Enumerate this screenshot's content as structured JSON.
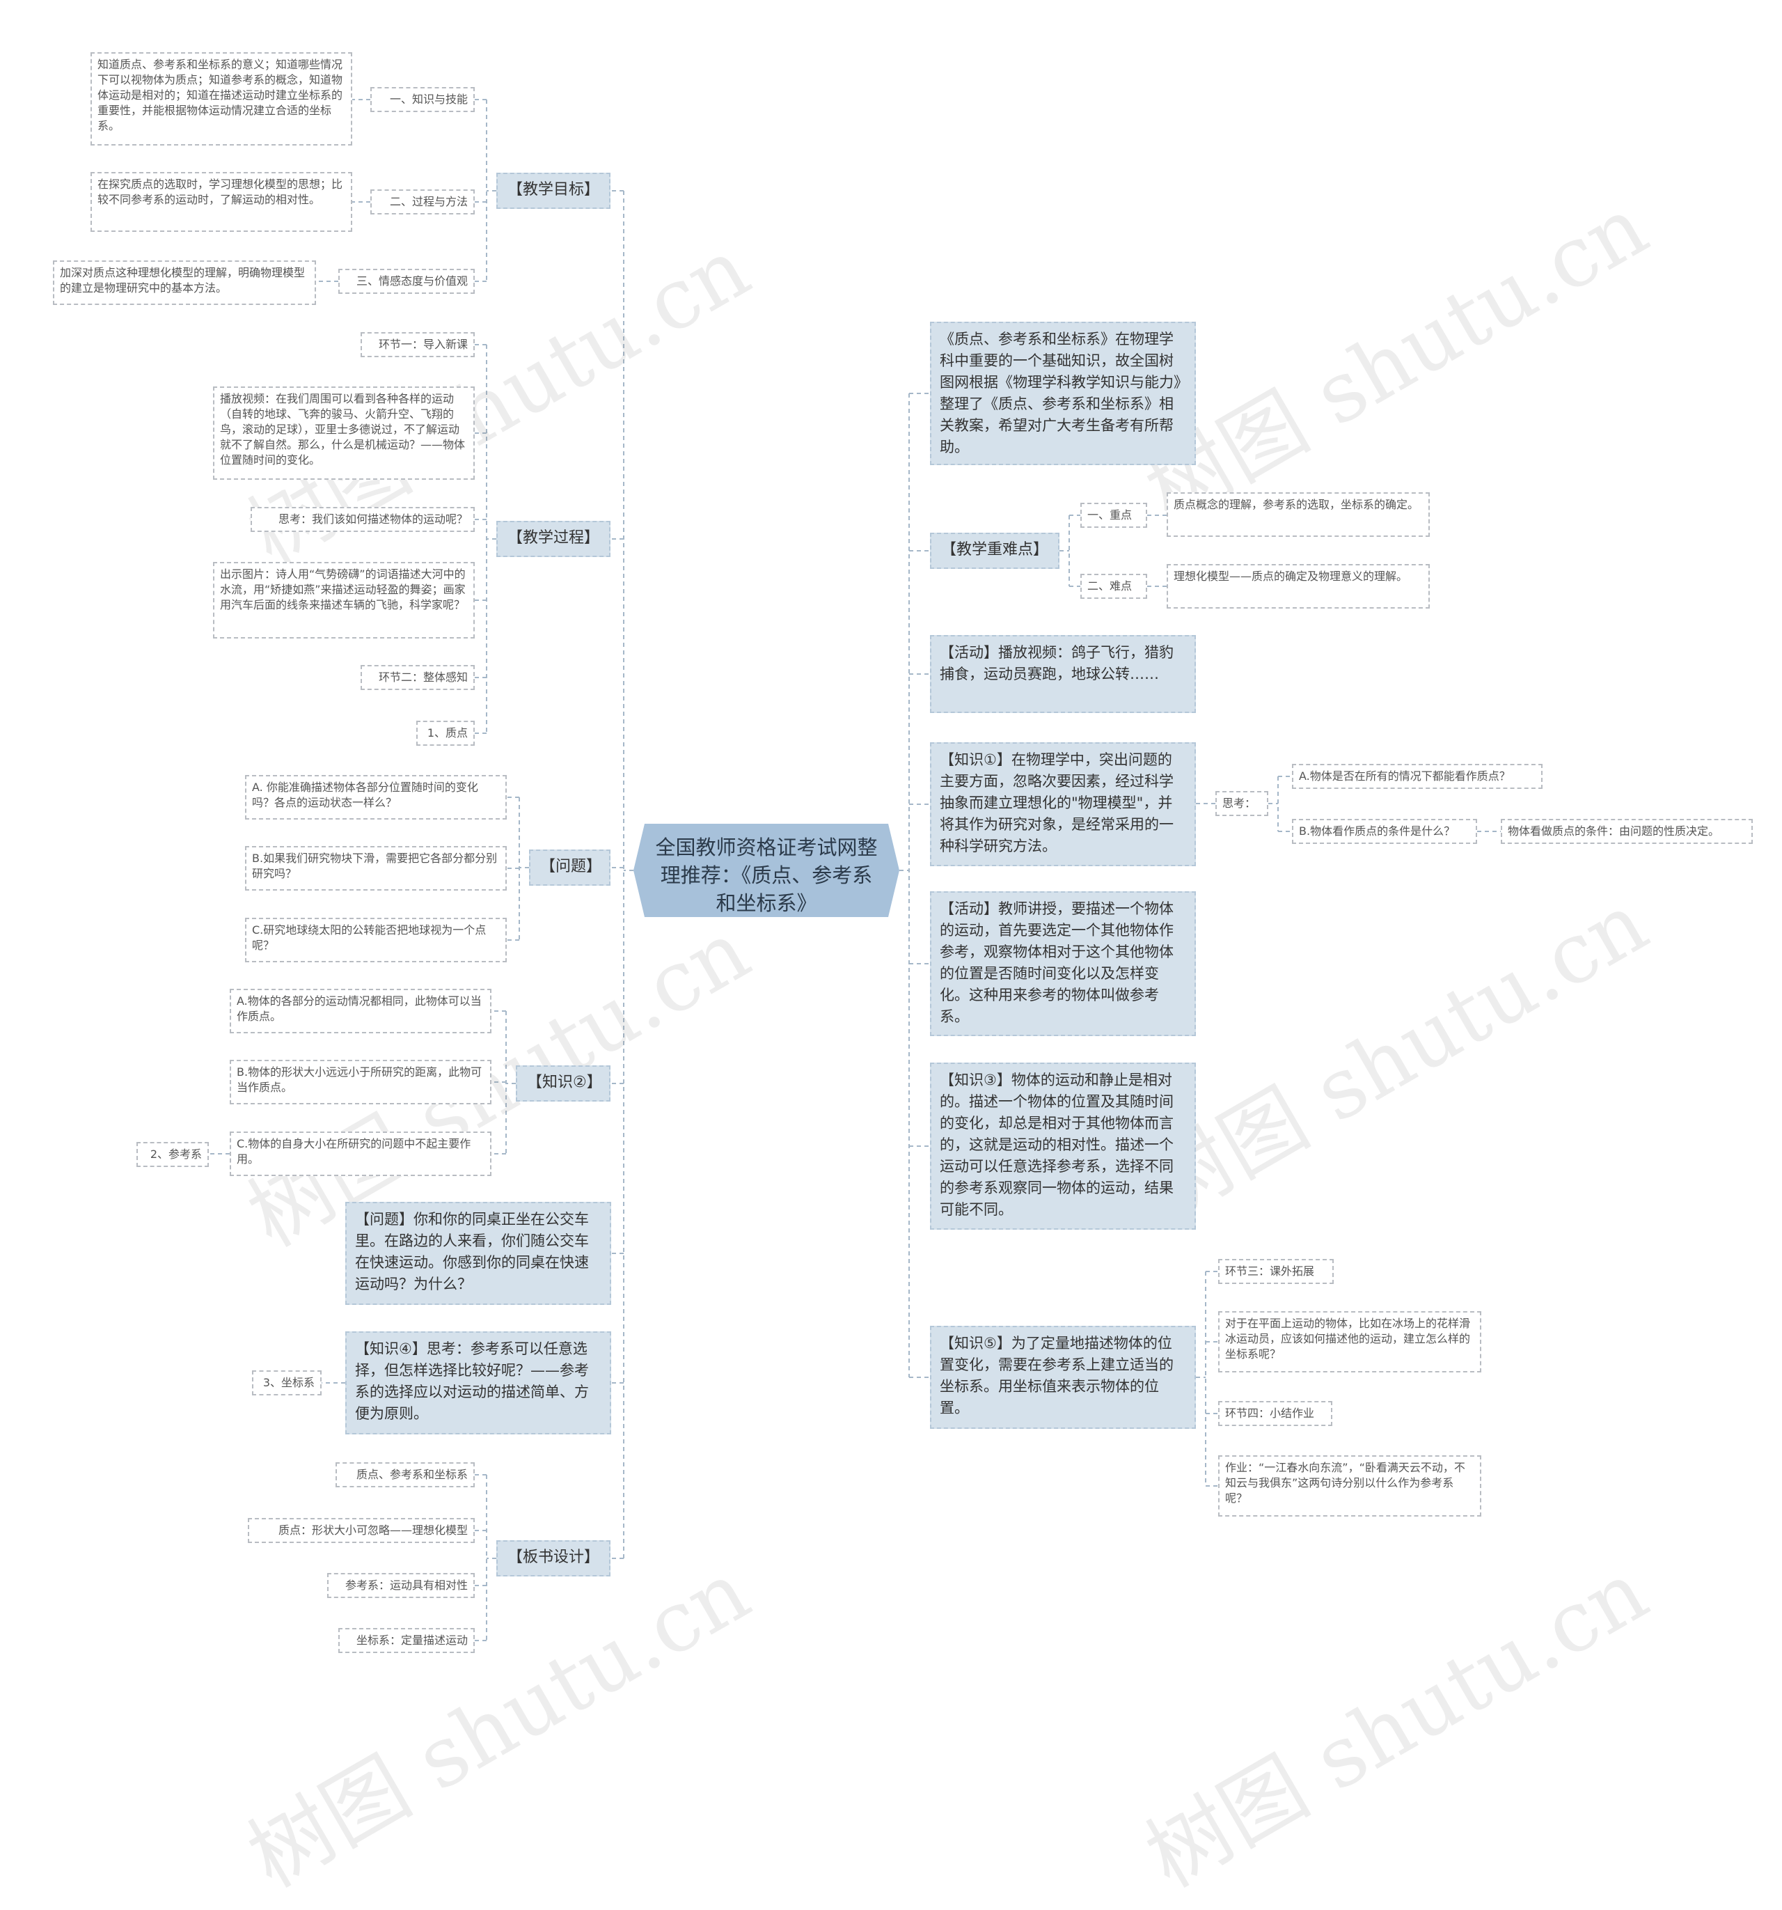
{
  "center": "全国教师资格证考试网整理推荐：《质点、参考系和坐标系》",
  "left": {
    "teaching_goals": {
      "label": "【教学目标】",
      "items": [
        {
          "label": "一、知识与技能",
          "detail": "知道质点、参考系和坐标系的意义；知道哪些情况下可以视物体为质点；知道参考系的概念，知道物体运动是相对的；知道在描述运动时建立坐标系的重要性，并能根据物体运动情况建立合适的坐标系。"
        },
        {
          "label": "二、过程与方法",
          "detail": "在探究质点的选取时，学习理想化模型的思想；比较不同参考系的运动时，了解运动的相对性。"
        },
        {
          "label": "三、情感态度与价值观",
          "detail": "加深对质点这种理想化模型的理解，明确物理模型的建立是物理研究中的基本方法。"
        }
      ]
    },
    "teaching_process": {
      "label": "【教学过程】",
      "items": [
        "环节一：导入新课",
        "播放视频：在我们周围可以看到各种各样的运动（自转的地球、飞奔的骏马、火箭升空、飞翔的鸟，滚动的足球），亚里士多德说过，不了解运动就不了解自然。那么，什么是机械运动？——物体位置随时间的变化。",
        "思考：我们该如何描述物体的运动呢？",
        "出示图片：诗人用“气势磅礴”的词语描述大河中的水流，用“矫捷如燕”来描述运动轻盈的舞姿；画家用汽车后面的线条来描述车辆的飞驰，科学家呢？",
        "环节二：整体感知",
        "1、质点"
      ]
    },
    "question": {
      "label": "【问题】",
      "items": [
        "A. 你能准确描述物体各部分位置随时间的变化吗？各点的运动状态一样么？",
        "B.如果我们研究物块下滑，需要把它各部分都分别研究吗？",
        "C.研究地球绕太阳的公转能否把地球视为一个点呢？"
      ]
    },
    "knowledge2": {
      "label": "【知识②】",
      "items": [
        "A.物体的各部分的运动情况都相同，此物体可以当作质点。",
        "B.物体的形状大小远远小于所研究的距离，此物可当作质点。",
        "C.物体的自身大小在所研究的问题中不起主要作用。"
      ],
      "extra": "2、参考系"
    },
    "question_bus": "【问题】你和你的同桌正坐在公交车里。在路边的人来看，你们随公交车在快速运动。你感到你的同桌在快速运动吗？为什么？",
    "knowledge4": {
      "text": "【知识④】思考：参考系可以任意选择，但怎样选择比较好呢？——参考系的选择应以对运动的描述简单、方便为原则。",
      "extra": "3、坐标系"
    },
    "board": {
      "label": "【板书设计】",
      "items": [
        "质点、参考系和坐标系",
        "质点：形状大小可忽略——理想化模型",
        "参考系：运动具有相对性",
        "坐标系：定量描述运动"
      ]
    }
  },
  "right": {
    "intro": "《质点、参考系和坐标系》在物理学科中重要的一个基础知识，故全国树图网根据《物理学科教学知识与能力》整理了《质点、参考系和坐标系》相关教案，希望对广大考生备考有所帮助。",
    "key_difficult": {
      "label": "【教学重难点】",
      "items": [
        {
          "label": "一、重点",
          "detail": "质点概念的理解，参考系的选取，坐标系的确定。"
        },
        {
          "label": "二、难点",
          "detail": "理想化模型——质点的确定及物理意义的理解。"
        }
      ]
    },
    "activity1": "【活动】播放视频：鸽子飞行，猎豹捕食，运动员赛跑，地球公转……",
    "knowledge1": {
      "text": "【知识①】在物理学中，突出问题的主要方面，忽略次要因素，经过科学抽象而建立理想化的\"物理模型\"，并将其作为研究对象，是经常采用的一种科学研究方法。",
      "think_label": "思考：",
      "think_items": [
        "A.物体是否在所有的情况下都能看作质点？",
        "B.物体看作质点的条件是什么？"
      ],
      "answer": "物体看做质点的条件：由问题的性质决定。"
    },
    "activity2": "【活动】教师讲授，要描述一个物体的运动，首先要选定一个其他物体作参考，观察物体相对于这个其他物体的位置是否随时间变化以及怎样变化。这种用来参考的物体叫做参考系。",
    "knowledge3": "【知识③】物体的运动和静止是相对的。描述一个物体的位置及其随时间的变化，却总是相对于其他物体而言的，这就是运动的相对性。描述一个运动可以任意选择参考系，选择不同的参考系观察同一物体的运动，结果可能不同。",
    "knowledge5": {
      "text": "【知识⑤】为了定量地描述物体的位置变化，需要在参考系上建立适当的坐标系。用坐标值来表示物体的位置。",
      "items": [
        "环节三：课外拓展",
        "对于在平面上运动的物体，比如在冰场上的花样滑冰运动员，应该如何描述他的运动，建立怎么样的坐标系呢？",
        "环节四：小结作业",
        "作业：“一江春水向东流”，“卧看满天云不动，不知云与我俱东”这两句诗分别以什么作为参考系呢？"
      ]
    }
  },
  "watermark": "树图 shutu.cn",
  "colors": {
    "line": "#a5b7c8",
    "center": "#a7c1da",
    "topic": "#d5e1eb",
    "border": "#b8bcc2"
  }
}
